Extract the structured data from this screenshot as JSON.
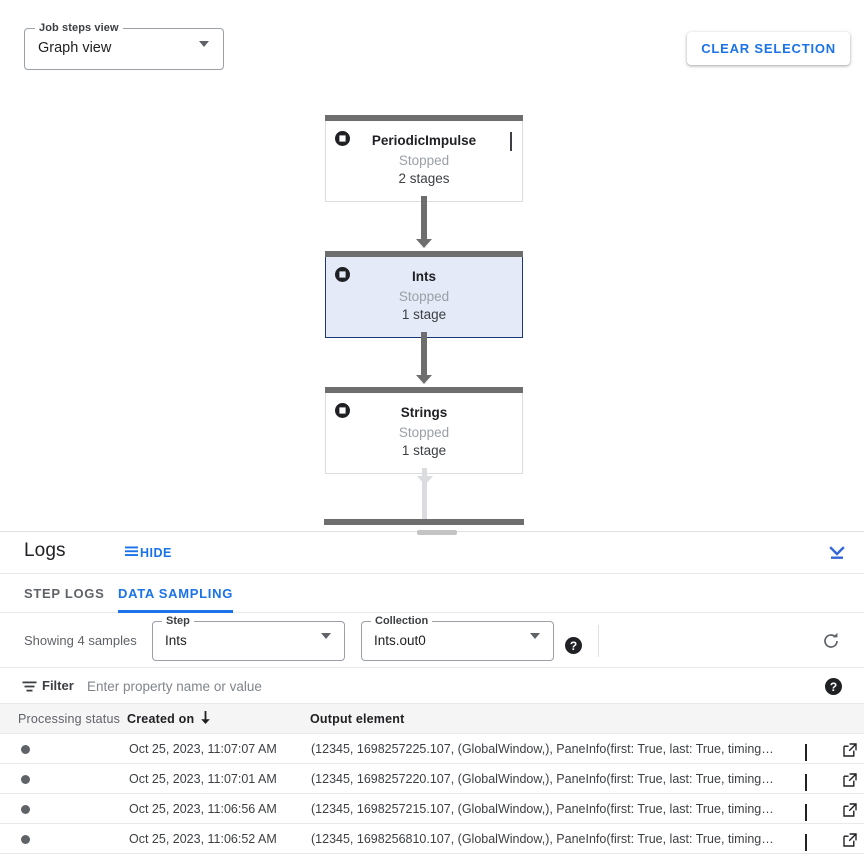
{
  "graph": {
    "job_steps_view": {
      "label": "Job steps view",
      "value": "Graph view",
      "caret_icon": "caret-down-icon"
    },
    "clear_selection_label": "CLEAR SELECTION",
    "nodes": [
      {
        "name": "PeriodicImpulse",
        "status": "Stopped",
        "stages": "2 stages",
        "selected": false,
        "has_chevron": true,
        "icon": "stop-circle-icon"
      },
      {
        "name": "Ints",
        "status": "Stopped",
        "stages": "1 stage",
        "selected": true,
        "has_chevron": false,
        "icon": "stop-circle-icon"
      },
      {
        "name": "Strings",
        "status": "Stopped",
        "stages": "1 stage",
        "selected": false,
        "has_chevron": false,
        "icon": "stop-circle-icon"
      }
    ]
  },
  "logs": {
    "title": "Logs",
    "hide_label": "HIDE",
    "hide_icon": "list-lines-icon",
    "collapse_icon": "collapse-down-icon",
    "tabs": [
      {
        "label": "STEP LOGS",
        "active": false
      },
      {
        "label": "DATA SAMPLING",
        "active": true
      }
    ],
    "controls": {
      "showing_samples": "Showing 4 samples",
      "step": {
        "label": "Step",
        "value": "Ints",
        "caret_icon": "caret-down-icon"
      },
      "collection": {
        "label": "Collection",
        "value": "Ints.out0",
        "caret_icon": "caret-down-icon"
      },
      "collection_help_icon": "help-icon",
      "refresh_icon": "refresh-icon"
    },
    "filter": {
      "icon": "filter-list-icon",
      "label": "Filter",
      "value": "",
      "placeholder": "Enter property name or value",
      "help_icon": "help-icon"
    },
    "table": {
      "columns": [
        {
          "key": "status",
          "label": "Processing status",
          "sorted": false
        },
        {
          "key": "created",
          "label": "Created on",
          "sorted": true,
          "sort_direction": "desc",
          "sort_icon": "arrow-down-icon"
        },
        {
          "key": "output",
          "label": "Output element",
          "sorted": false
        }
      ],
      "rows": [
        {
          "status_icon": "status-dot-icon",
          "created": "Oct 25, 2023, 11:07:07 AM",
          "output": "(12345, 1698257225.107, (GlobalWindow,), PaneInfo(first: True, last: True, timing…",
          "expand_icon": "chevron-down-icon",
          "open_icon": "open-in-new-icon"
        },
        {
          "status_icon": "status-dot-icon",
          "created": "Oct 25, 2023, 11:07:01 AM",
          "output": "(12345, 1698257220.107, (GlobalWindow,), PaneInfo(first: True, last: True, timing…",
          "expand_icon": "chevron-down-icon",
          "open_icon": "open-in-new-icon"
        },
        {
          "status_icon": "status-dot-icon",
          "created": "Oct 25, 2023, 11:06:56 AM",
          "output": "(12345, 1698257215.107, (GlobalWindow,), PaneInfo(first: True, last: True, timing…",
          "expand_icon": "chevron-down-icon",
          "open_icon": "open-in-new-icon"
        },
        {
          "status_icon": "status-dot-icon",
          "created": "Oct 25, 2023, 11:06:52 AM",
          "output": "(12345, 1698256810.107, (GlobalWindow,), PaneInfo(first: True, last: True, timing…",
          "expand_icon": "chevron-down-icon",
          "open_icon": "open-in-new-icon"
        }
      ]
    }
  },
  "colors": {
    "accent_blue": "#1a73e8",
    "node_bar_gray": "#6e6e6e",
    "selected_node_fill": "#e4eaf7",
    "selected_node_border": "#1b3a75",
    "status_dot": "#5f6368",
    "muted_text": "#9aa0a6"
  }
}
